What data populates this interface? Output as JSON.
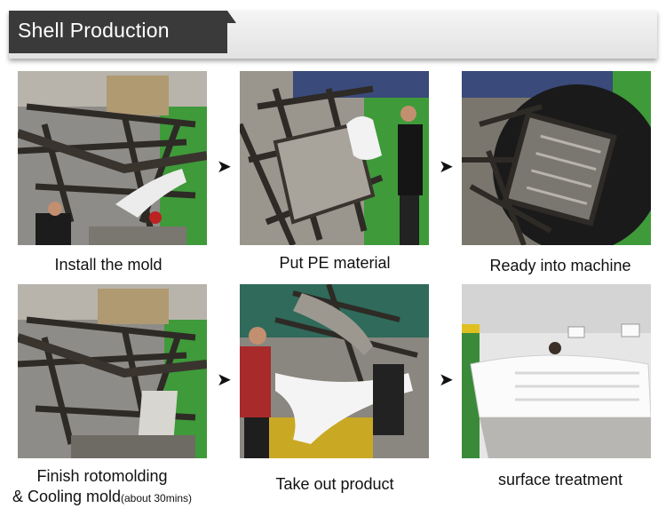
{
  "header": {
    "title": "Shell Production"
  },
  "steps": [
    {
      "caption": "Install the mold"
    },
    {
      "caption": "Put PE material"
    },
    {
      "caption": "Ready into machine"
    },
    {
      "caption_line1": "Finish rotomolding",
      "caption_line2": "& Cooling mold",
      "caption_note": "(about 30mins)"
    },
    {
      "caption": "Take out product"
    },
    {
      "caption": "surface treatment"
    }
  ],
  "arrow_glyph": "➤",
  "colors": {
    "header_tab": "#3a3a3a",
    "machine_green": "#3f9a3a",
    "frame_dark": "#2e2a26"
  }
}
